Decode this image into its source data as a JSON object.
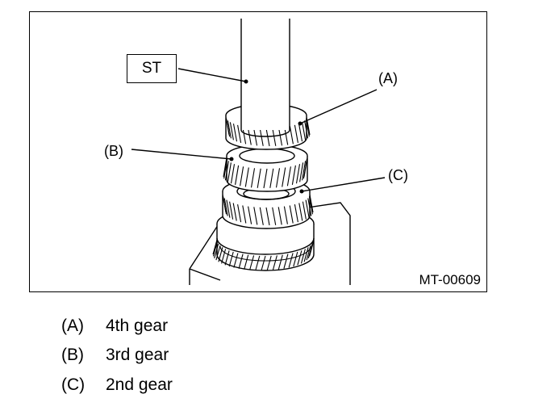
{
  "figure": {
    "special_tool_label": "ST",
    "callouts": {
      "a": "(A)",
      "b": "(B)",
      "c": "(C)"
    },
    "figure_id": "MT-00609"
  },
  "legend": [
    {
      "key": "(A)",
      "text": "4th gear"
    },
    {
      "key": "(B)",
      "text": "3rd gear"
    },
    {
      "key": "(C)",
      "text": "2nd gear"
    }
  ]
}
